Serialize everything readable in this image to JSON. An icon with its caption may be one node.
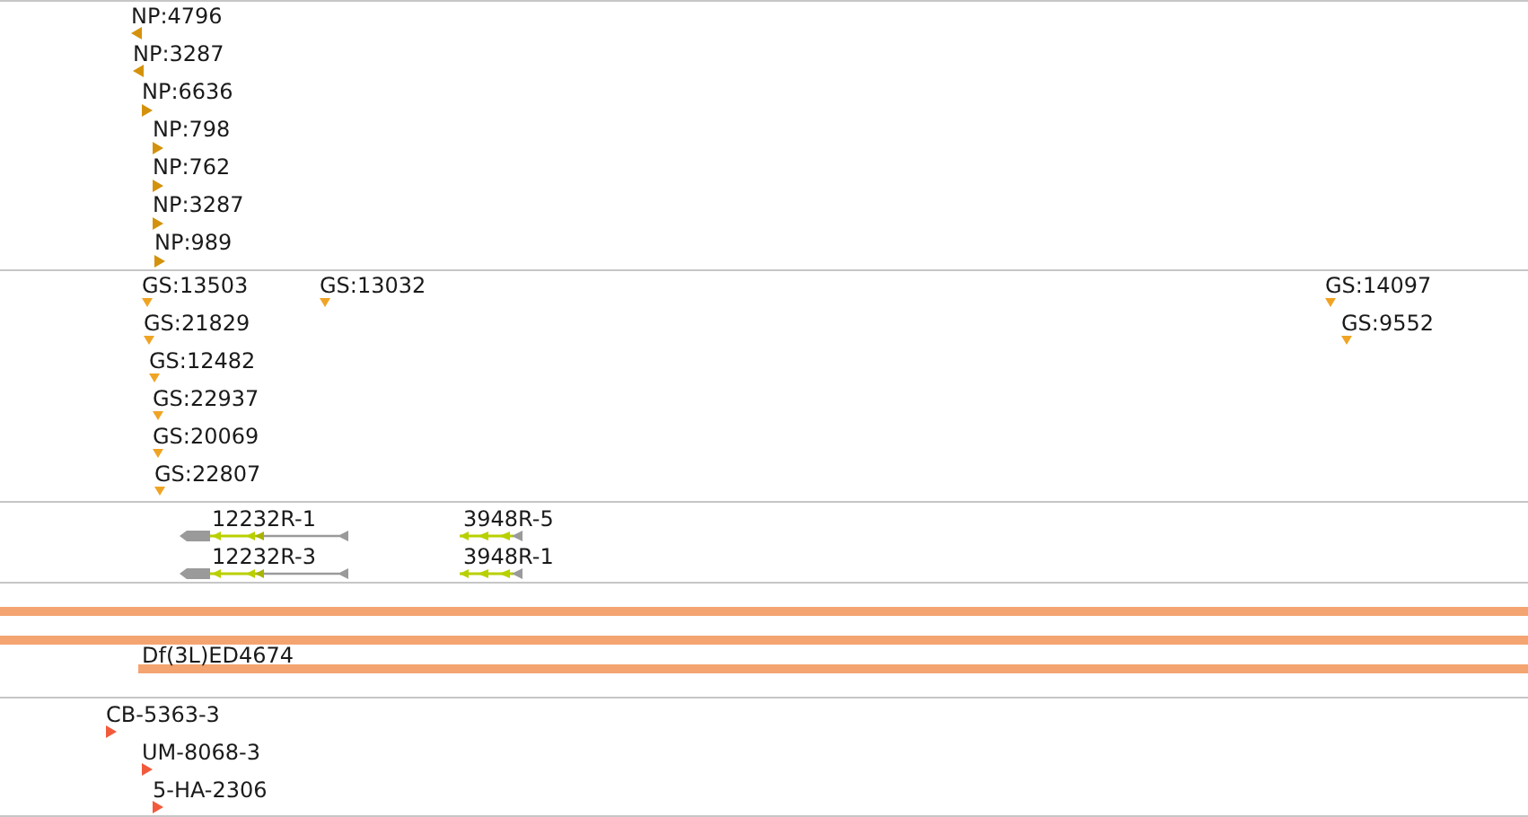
{
  "diagram": {
    "labels": [
      "NP:4796",
      "NP:3287",
      "NP:6636",
      "NP:798",
      "NP:762",
      "NP:3287",
      "NP:989",
      "GS:13503",
      "GS:13032",
      "GS:14097",
      "GS:21829",
      "GS:9552",
      "GS:12482",
      "GS:22937",
      "GS:20069",
      "GS:22807",
      "12232R-1",
      "3948R-5",
      "12232R-3",
      "3948R-1",
      "Df(3L)ED4674",
      "CB-5363-3",
      "UM-8068-3",
      "5-HA-2306"
    ]
  }
}
